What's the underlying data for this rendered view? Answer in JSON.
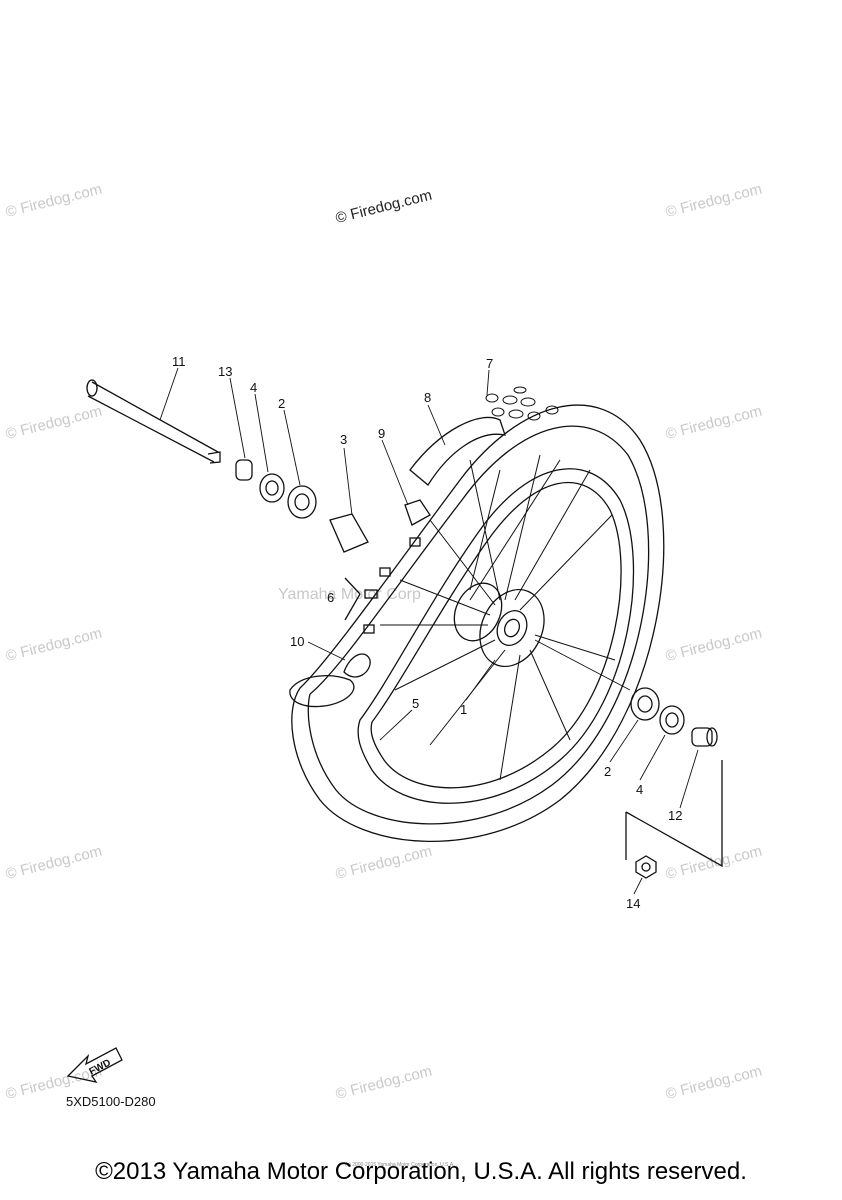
{
  "watermark": "© Firedog.com",
  "ghost_text": "Yamaha Motor Corp",
  "callouts": {
    "c1": "1",
    "c2a": "2",
    "c2b": "2",
    "c3": "3",
    "c4a": "4",
    "c4b": "4",
    "c5": "5",
    "c6": "6",
    "c7": "7",
    "c8": "8",
    "c9": "9",
    "c10": "10",
    "c11": "11",
    "c12": "12",
    "c13": "13",
    "c14": "14"
  },
  "fwd_label": "FWD",
  "diagram_code": "5XD5100-D280",
  "copyright": "©2013 Yamaha Motor Corporation, U.S.A. All rights reserved.",
  "tiny_text": "(c) 2000-2015 Yamaha Motor Corporation, U.S.A."
}
